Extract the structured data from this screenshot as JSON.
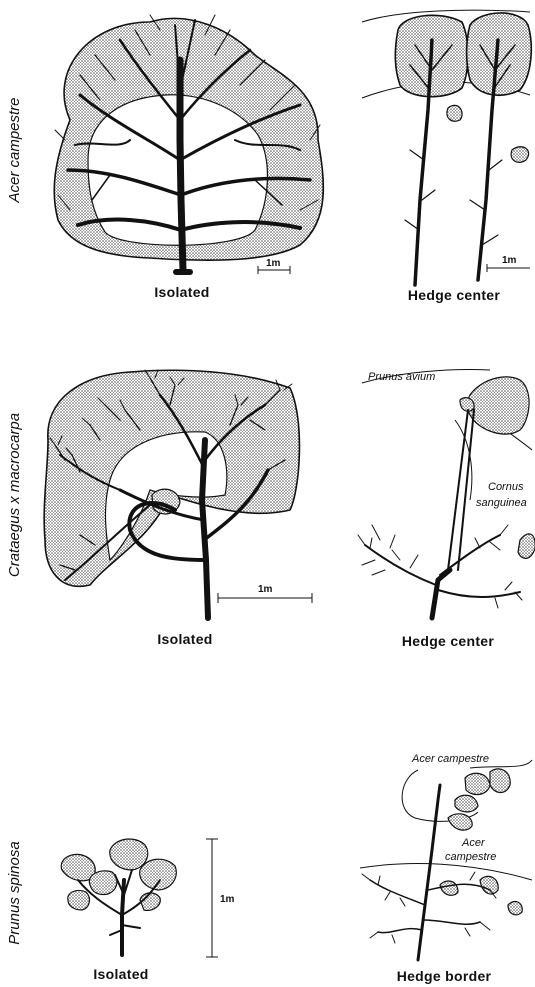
{
  "rows": [
    {
      "species": "Acer campestre",
      "left_caption": "Isolated",
      "right_caption": "Hedge center",
      "left_scale": "1m",
      "right_scale": "1m"
    },
    {
      "species": "Crataegus x macrocarpa",
      "left_caption": "Isolated",
      "right_caption": "Hedge center",
      "left_scale": "1m",
      "neighbor_labels": [
        "Prunus avium",
        "Cornus",
        "sanguinea"
      ]
    },
    {
      "species": "Prunus spinosa",
      "left_caption": "Isolated",
      "right_caption": "Hedge border",
      "left_scale": "1m",
      "neighbor_labels": [
        "Acer campestre",
        "Acer",
        "campestre"
      ]
    }
  ]
}
